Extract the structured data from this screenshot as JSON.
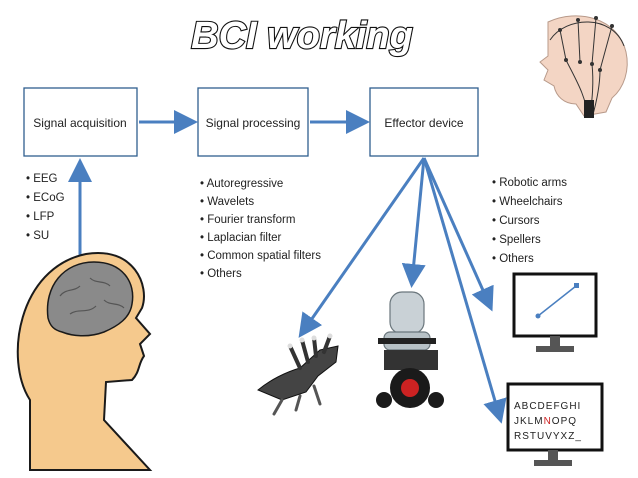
{
  "title": "BCI working",
  "colors": {
    "arrow": "#4a7fc0",
    "box_border": "#2f5f8f",
    "skin": "#f5c98d",
    "brain": "#8a8a8a",
    "red_letter": "#cc2222"
  },
  "boxes": [
    {
      "label": "Signal acquisition"
    },
    {
      "label": "Signal processing"
    },
    {
      "label": "Effector device"
    }
  ],
  "signals": [
    "EEG",
    "ECoG",
    "LFP",
    "SU"
  ],
  "processing_methods": [
    "Autoregressive",
    "Wavelets",
    "Fourier transform",
    "Laplacian filter",
    "Common spatial filters",
    "Others"
  ],
  "effectors": [
    "Robotic arms",
    "Wheelchairs",
    "Cursors",
    "Spellers",
    "Others"
  ],
  "speller": {
    "rows": [
      {
        "before": "ABCDEFGHI",
        "highlight": "",
        "after": ""
      },
      {
        "before": "JKLM",
        "highlight": "N",
        "after": "OPQ"
      },
      {
        "before": "RSTUVYXZ_",
        "highlight": "",
        "after": ""
      }
    ]
  },
  "icons": [
    "eeg-head-icon",
    "head-brain-icon",
    "robotic-hand-icon",
    "wheelchair-icon",
    "cursor-monitor-icon",
    "speller-monitor-icon"
  ]
}
